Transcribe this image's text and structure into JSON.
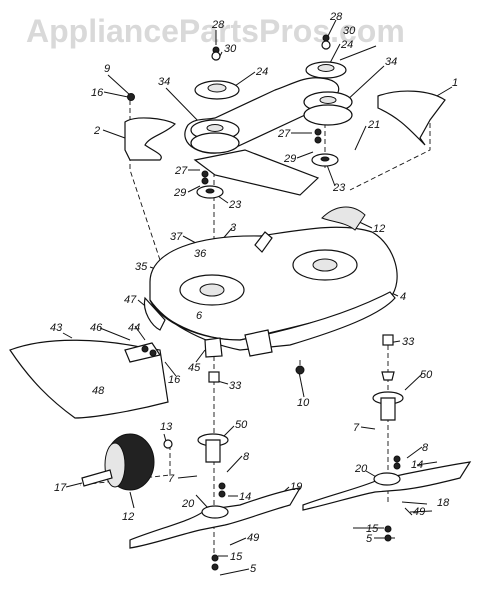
{
  "watermark": "AppliancePartsPros.com",
  "labels": [
    {
      "id": "p28a",
      "text": "28"
    },
    {
      "id": "p30",
      "text": "30"
    },
    {
      "id": "p24a",
      "text": "24"
    },
    {
      "id": "p34a",
      "text": "34"
    },
    {
      "id": "p9",
      "text": "9"
    },
    {
      "id": "p16a",
      "text": "16"
    },
    {
      "id": "p2",
      "text": "2"
    },
    {
      "id": "p27a",
      "text": "27"
    },
    {
      "id": "p29a",
      "text": "29"
    },
    {
      "id": "p23a",
      "text": "23"
    },
    {
      "id": "p28b",
      "text": "28"
    },
    {
      "id": "p30b",
      "text": "30"
    },
    {
      "id": "p24b",
      "text": "24"
    },
    {
      "id": "p34b",
      "text": "34"
    },
    {
      "id": "p1",
      "text": "1"
    },
    {
      "id": "p21",
      "text": "21"
    },
    {
      "id": "p27b",
      "text": "27"
    },
    {
      "id": "p29b",
      "text": "29"
    },
    {
      "id": "p23b",
      "text": "23"
    },
    {
      "id": "p12a",
      "text": "12"
    },
    {
      "id": "p36",
      "text": "36"
    },
    {
      "id": "p3",
      "text": "3"
    },
    {
      "id": "p37",
      "text": "37"
    },
    {
      "id": "p35",
      "text": "35"
    },
    {
      "id": "p4",
      "text": "4"
    },
    {
      "id": "p47",
      "text": "47"
    },
    {
      "id": "p6",
      "text": "6"
    },
    {
      "id": "p43",
      "text": "43"
    },
    {
      "id": "p46",
      "text": "46"
    },
    {
      "id": "p44",
      "text": "44"
    },
    {
      "id": "p45",
      "text": "45"
    },
    {
      "id": "p16b",
      "text": "16"
    },
    {
      "id": "p48",
      "text": "48"
    },
    {
      "id": "p33a",
      "text": "33"
    },
    {
      "id": "p33b",
      "text": "33"
    },
    {
      "id": "p10",
      "text": "10"
    },
    {
      "id": "p50a",
      "text": "50"
    },
    {
      "id": "p13",
      "text": "13"
    },
    {
      "id": "p50b",
      "text": "50"
    },
    {
      "id": "p7a",
      "text": "7"
    },
    {
      "id": "p7b",
      "text": "7"
    },
    {
      "id": "p8a",
      "text": "8"
    },
    {
      "id": "p14a",
      "text": "14"
    },
    {
      "id": "p17",
      "text": "17"
    },
    {
      "id": "p12b",
      "text": "12"
    },
    {
      "id": "p20a",
      "text": "20"
    },
    {
      "id": "p8b",
      "text": "8"
    },
    {
      "id": "p14b",
      "text": "14"
    },
    {
      "id": "p19",
      "text": "19"
    },
    {
      "id": "p20b",
      "text": "20"
    },
    {
      "id": "p18",
      "text": "18"
    },
    {
      "id": "p49a",
      "text": "49"
    },
    {
      "id": "p15a",
      "text": "15"
    },
    {
      "id": "p49b",
      "text": "49"
    },
    {
      "id": "p15b",
      "text": "15"
    },
    {
      "id": "p5a",
      "text": "5"
    },
    {
      "id": "p5b",
      "text": "5"
    }
  ]
}
